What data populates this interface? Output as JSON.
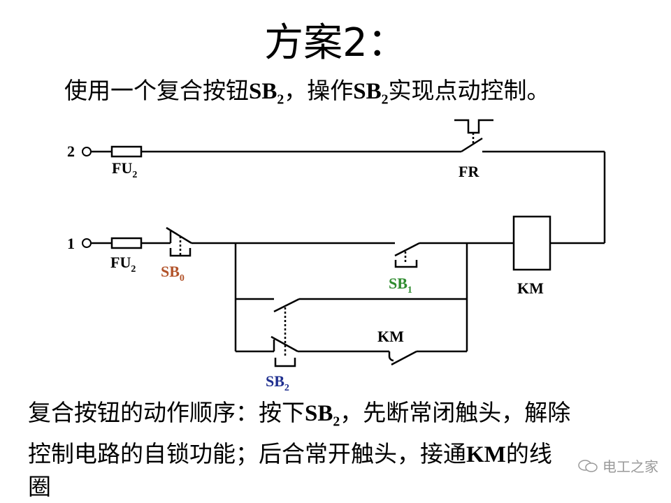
{
  "title": "方案2：",
  "subtitle": {
    "part1": "使用一个复合按钮",
    "sb": "SB",
    "sub": "2",
    "part2": "，操作",
    "sb2": "SB",
    "sub2": "2",
    "part3": "实现点动控制。"
  },
  "diagram": {
    "node2": "2",
    "node1": "1",
    "fu": "FU",
    "fu_sub": "2",
    "fr": "FR",
    "km_coil": "KM",
    "km_contact": "KM",
    "sb0": "SB",
    "sb0_sub": "0",
    "sb1": "SB",
    "sb1_sub": "1",
    "sb2": "SB",
    "sb2_sub": "2",
    "colors": {
      "sb0": "#b2532a",
      "sb1": "#2e8b2e",
      "sb2": "#1f2f8f",
      "wire": "#000000"
    }
  },
  "body": {
    "line1_a": "复合按钮的动作顺序：按下",
    "line1_sb": "SB",
    "line1_sub": "2",
    "line1_b": "，先断常闭触头，解除",
    "line2_a": "控制电路的自锁功能；后合常开触头，接通",
    "line2_km": "KM",
    "line2_b": "的线",
    "line3": "圈"
  },
  "watermark": {
    "text": "电工之家",
    "icon": "wechat-logo-icon"
  }
}
